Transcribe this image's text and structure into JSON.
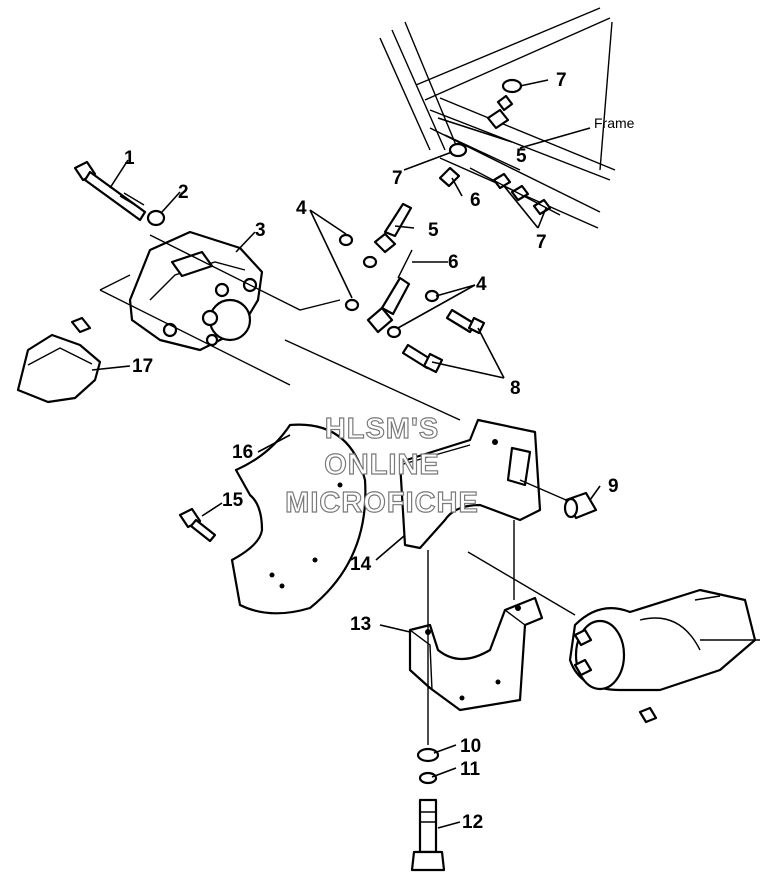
{
  "callouts": {
    "c1": "1",
    "c2": "2",
    "c3": "3",
    "c4a": "4",
    "c4b": "4",
    "c5a": "5",
    "c5b": "5",
    "c6a": "6",
    "c6b": "6",
    "c7a": "7",
    "c7b": "7",
    "c7c": "7",
    "c8": "8",
    "c9": "9",
    "c10": "10",
    "c11": "11",
    "c12": "12",
    "c13": "13",
    "c14": "14",
    "c15": "15",
    "c16": "16",
    "c17": "17"
  },
  "frame_label": "Frame",
  "watermark": {
    "line1": "HLSM'S",
    "line2": "ONLINE",
    "line3": "MICROFICHE"
  }
}
